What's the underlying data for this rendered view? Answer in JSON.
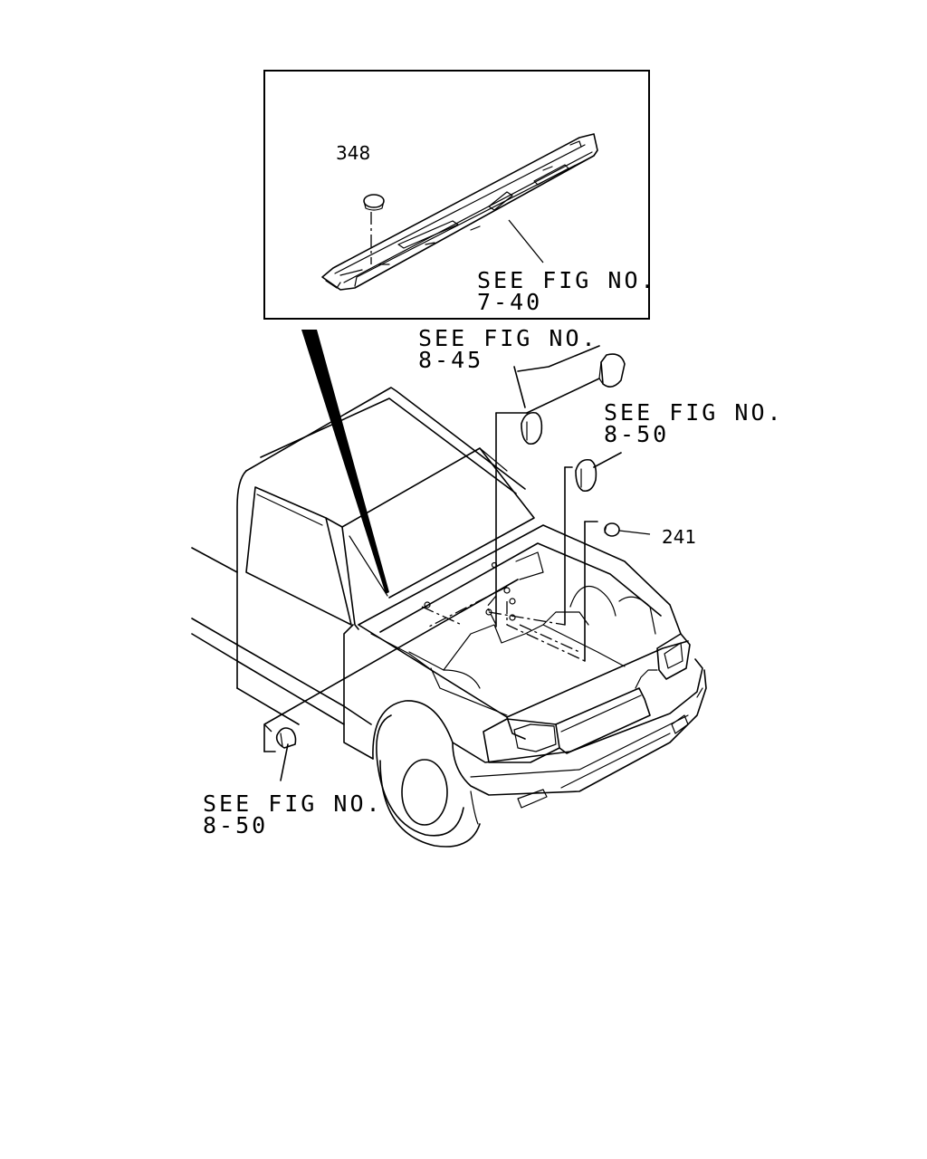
{
  "inset": {
    "part_348": "348",
    "see_fig_7_40": {
      "line1": "SEE FIG NO.",
      "line2": "7-40"
    }
  },
  "callouts": {
    "see_fig_8_45": {
      "line1": "SEE FIG NO.",
      "line2": "8-45"
    },
    "see_fig_8_50_right": {
      "line1": "SEE FIG NO.",
      "line2": "8-50"
    },
    "see_fig_8_50_left": {
      "line1": "SEE FIG NO.",
      "line2": "8-50"
    },
    "part_241": "241"
  }
}
